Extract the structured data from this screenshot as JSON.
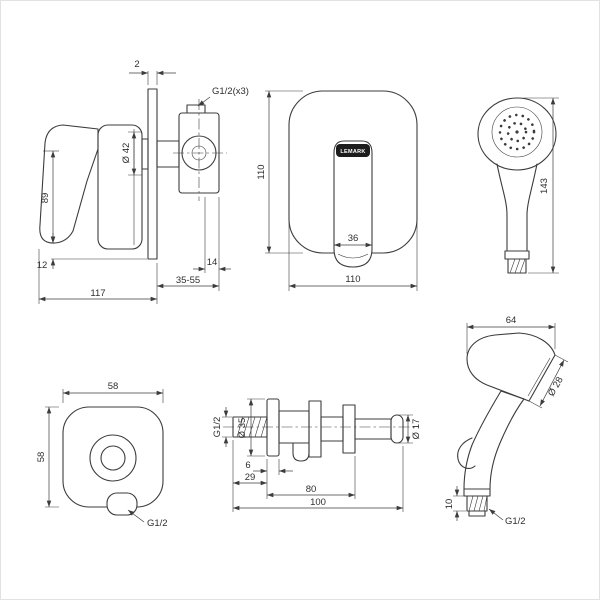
{
  "colors": {
    "line": "#3c3c3c",
    "background": "#ffffff",
    "logo_background": "#1c1c1c"
  },
  "views": {
    "mixer_side": {
      "dims": {
        "plate_thickness": "2",
        "thread_note": "G1/2(x3)",
        "cap_diameter": "Ø 42",
        "lever_height": "89",
        "base_offset": "12",
        "total_depth": "117",
        "install_depth_range": "35-55",
        "valve_depth": "14"
      }
    },
    "mixer_front": {
      "logo": "LEMARK",
      "dims": {
        "plate_height": "110",
        "handle_width": "36",
        "plate_width": "110"
      }
    },
    "sprayer_front": {
      "dims": {
        "total_height": "143"
      }
    },
    "wall_plate": {
      "dims": {
        "width": "58",
        "height": "58"
      },
      "thread_label": "G1/2"
    },
    "bracket_side": {
      "dims": {
        "inlet_thread": "G1/2",
        "flange_diameter": "Ø 35",
        "pin_diameter": "Ø 17",
        "flange_thickness": "6",
        "inlet_length": "29",
        "body_length": "80",
        "total_length": "100"
      }
    },
    "sprayer_side": {
      "dims": {
        "head_length": "64",
        "head_diameter": "Ø 28",
        "thread_length": "10",
        "outlet_thread": "G1/2"
      }
    }
  }
}
